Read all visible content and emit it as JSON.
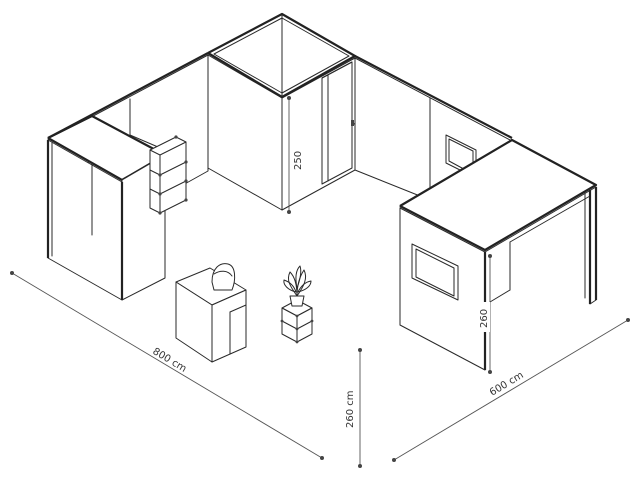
{
  "dimensions": {
    "width_label": "800 cm",
    "depth_label": "600 cm",
    "height_label": "260 cm",
    "back_corner_height": "250",
    "right_wall_height": "260"
  }
}
